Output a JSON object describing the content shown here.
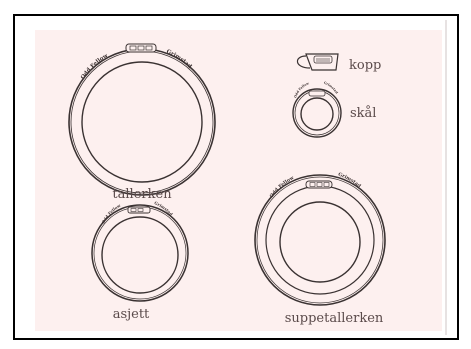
{
  "colors": {
    "outer_border": "#000000",
    "panel_background": "#fdf0ef",
    "line": "#3a3232",
    "label_text": "#5a4a4a"
  },
  "brand": {
    "left_text": "Odd Fellow",
    "right_text": "Grimstad"
  },
  "items": {
    "tallerken": {
      "label": "tallerken"
    },
    "kopp": {
      "label": "kopp"
    },
    "skal": {
      "label": "skål"
    },
    "asjett": {
      "label": "asjett"
    },
    "suppetallerken": {
      "label": "suppetallerken"
    }
  }
}
